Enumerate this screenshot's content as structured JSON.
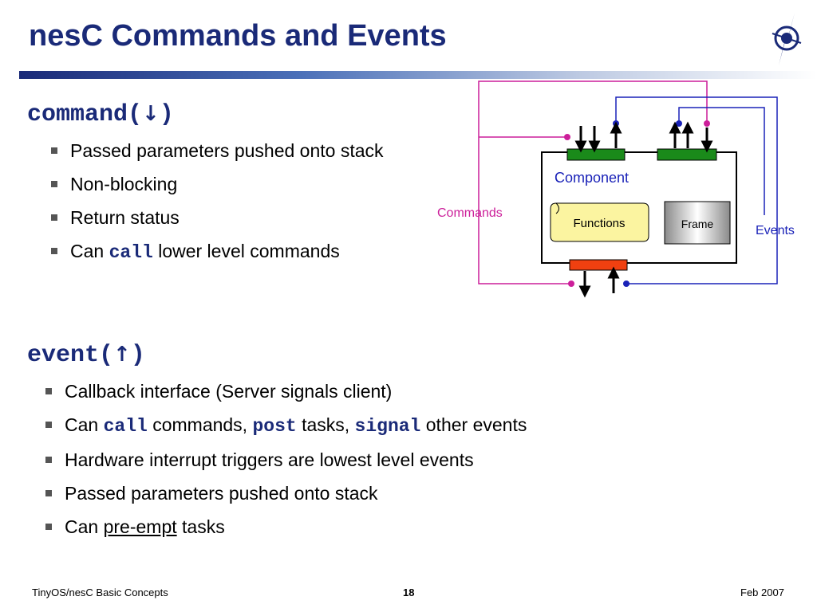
{
  "title": "nesC Commands and Events",
  "command": {
    "keyword": "command(",
    "arrow": "↓",
    "close": ")",
    "bullets": {
      "b1": "Passed parameters pushed onto stack",
      "b2": "Non-blocking",
      "b3": "Return status",
      "b4_pre": "Can ",
      "b4_code": "call",
      "b4_post": " lower level commands"
    }
  },
  "event": {
    "keyword": "event(",
    "arrow": "↑",
    "close": ")",
    "bullets": {
      "b1": "Callback interface (Server signals client)",
      "b2_pre": "Can ",
      "b2_code1": "call",
      "b2_mid1": " commands, ",
      "b2_code2": "post",
      "b2_mid2": " tasks, ",
      "b2_code3": "signal",
      "b2_post": " other events",
      "b3": "Hardware interrupt triggers are lowest level events",
      "b4": "Passed parameters pushed onto stack",
      "b5_pre": "Can ",
      "b5_u": "pre-empt",
      "b5_post": " tasks"
    }
  },
  "diagram": {
    "component_label": "Component",
    "functions_label": "Functions",
    "frame_label": "Frame",
    "commands_label": "Commands",
    "events_label": "Events",
    "colors": {
      "commands": "#cc1f9a",
      "events": "#1a22b8",
      "top_interfaces": "#1a8a1a",
      "bottom_interface": "#f04010",
      "functions_fill": "#fbf4a0"
    }
  },
  "footer": {
    "left": "TinyOS/nesC Basic Concepts",
    "page": "18",
    "date": "Feb 2007"
  }
}
